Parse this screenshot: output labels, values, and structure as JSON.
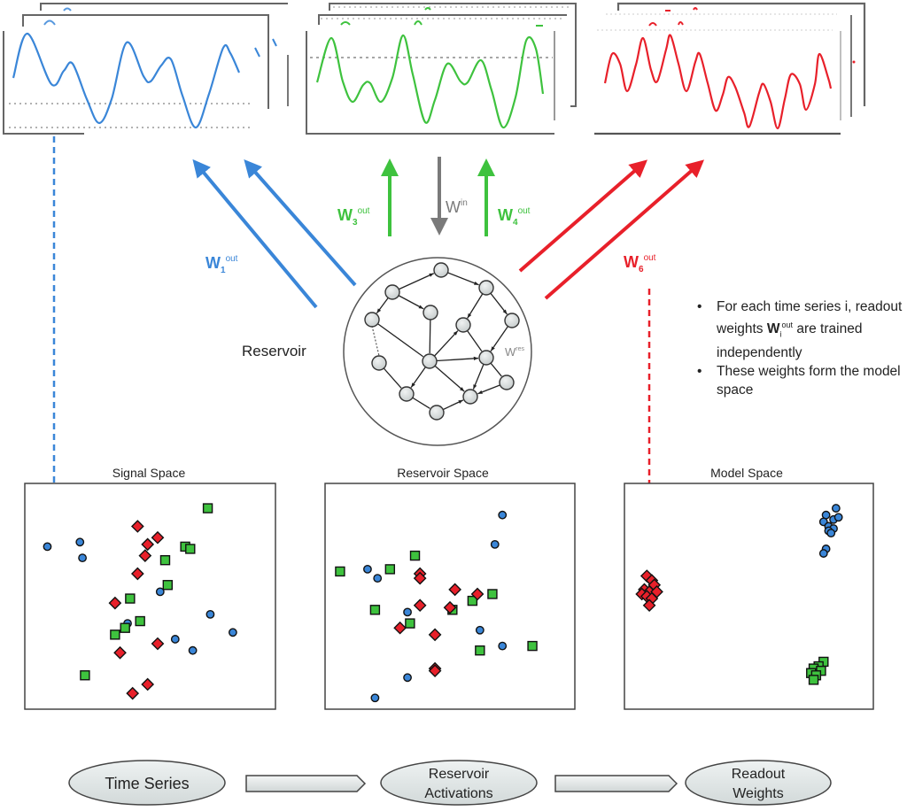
{
  "colors": {
    "blue": "#3a86d8",
    "green": "#3ec23e",
    "red": "#e8202a",
    "gray_arrow": "#7a7a7a",
    "frame": "#555555",
    "node_fill": "#d8dcdc",
    "ellipse_fill": "#dfe5e5"
  },
  "signals": [
    {
      "name": "time-series-blue",
      "color_key": "blue",
      "weight_label": {
        "base": "W",
        "sub": "1",
        "sup": "out"
      }
    },
    {
      "name": "time-series-green",
      "color_key": "green",
      "weight_labels": [
        {
          "base": "W",
          "sub": "3",
          "sup": "out"
        },
        {
          "base": "W",
          "sub": "4",
          "sup": "out"
        }
      ]
    },
    {
      "name": "time-series-red",
      "color_key": "red",
      "weight_label": {
        "base": "W",
        "sub": "6",
        "sup": "out"
      }
    }
  ],
  "input_weight_label": {
    "base": "W",
    "sup": "in"
  },
  "reservoir": {
    "label": "Reservoir",
    "weight_label": {
      "base": "W",
      "sup": "res"
    }
  },
  "notes": {
    "bullet1_pre": "For each time series i, readout weights ",
    "bullet1_base": "W",
    "bullet1_sub": "i",
    "bullet1_sup": "out",
    "bullet1_post": " are trained independently",
    "bullet2": "These weights form the model space"
  },
  "chart_data": [
    {
      "type": "scatter",
      "title": "Signal Space",
      "xlim": [
        0,
        100
      ],
      "ylim": [
        0,
        100
      ],
      "grid": false,
      "series": [
        {
          "name": "blue",
          "marker": "circle",
          "points": [
            [
              9,
              72
            ],
            [
              22,
              74
            ],
            [
              23,
              67
            ],
            [
              54,
              52
            ],
            [
              41,
              38
            ],
            [
              74,
              42
            ],
            [
              60,
              31
            ],
            [
              67,
              26
            ],
            [
              83,
              34
            ]
          ]
        },
        {
          "name": "red",
          "marker": "diamond",
          "points": [
            [
              45,
              81
            ],
            [
              53,
              76
            ],
            [
              49,
              73
            ],
            [
              48,
              68
            ],
            [
              45,
              60
            ],
            [
              36,
              47
            ],
            [
              53,
              29
            ],
            [
              38,
              25
            ],
            [
              49,
              11
            ],
            [
              43,
              7
            ]
          ]
        },
        {
          "name": "green",
          "marker": "square",
          "points": [
            [
              73,
              89
            ],
            [
              64,
              72
            ],
            [
              66,
              71
            ],
            [
              56,
              66
            ],
            [
              57,
              55
            ],
            [
              42,
              49
            ],
            [
              46,
              39
            ],
            [
              40,
              36
            ],
            [
              36,
              33
            ],
            [
              24,
              15
            ]
          ]
        }
      ]
    },
    {
      "type": "scatter",
      "title": "Reservoir Space",
      "xlim": [
        0,
        100
      ],
      "ylim": [
        0,
        100
      ],
      "grid": false,
      "series": [
        {
          "name": "blue",
          "marker": "circle",
          "points": [
            [
              71,
              86
            ],
            [
              68,
              73
            ],
            [
              17,
              62
            ],
            [
              21,
              58
            ],
            [
              33,
              43
            ],
            [
              62,
              35
            ],
            [
              71,
              28
            ],
            [
              33,
              14
            ],
            [
              20,
              5
            ]
          ]
        },
        {
          "name": "red",
          "marker": "diamond",
          "points": [
            [
              38,
              60
            ],
            [
              38,
              58
            ],
            [
              52,
              53
            ],
            [
              61,
              51
            ],
            [
              38,
              46
            ],
            [
              50,
              45
            ],
            [
              30,
              36
            ],
            [
              44,
              33
            ],
            [
              44,
              18
            ],
            [
              44,
              17
            ]
          ]
        },
        {
          "name": "green",
          "marker": "square",
          "points": [
            [
              36,
              68
            ],
            [
              6,
              61
            ],
            [
              26,
              62
            ],
            [
              67,
              51
            ],
            [
              59,
              48
            ],
            [
              20,
              44
            ],
            [
              51,
              44
            ],
            [
              34,
              38
            ],
            [
              62,
              26
            ],
            [
              83,
              28
            ]
          ]
        }
      ]
    },
    {
      "type": "scatter",
      "title": "Model Space",
      "xlim": [
        0,
        100
      ],
      "ylim": [
        0,
        100
      ],
      "grid": false,
      "series": [
        {
          "name": "blue",
          "marker": "circle",
          "points": [
            [
              85,
              89
            ],
            [
              81,
              86
            ],
            [
              84,
              84
            ],
            [
              86,
              85
            ],
            [
              80,
              83
            ],
            [
              82,
              81
            ],
            [
              84,
              80
            ],
            [
              82,
              79
            ],
            [
              83,
              78
            ],
            [
              81,
              71
            ],
            [
              80,
              69
            ]
          ]
        },
        {
          "name": "red",
          "marker": "diamond",
          "points": [
            [
              9,
              59
            ],
            [
              11,
              57
            ],
            [
              12,
              55
            ],
            [
              8,
              53
            ],
            [
              10,
              52
            ],
            [
              13,
              52
            ],
            [
              7,
              51
            ],
            [
              9,
              50
            ],
            [
              11,
              49
            ],
            [
              10,
              46
            ]
          ]
        },
        {
          "name": "green",
          "marker": "square",
          "points": [
            [
              80,
              21
            ],
            [
              78,
              19
            ],
            [
              76,
              18
            ],
            [
              79,
              17
            ],
            [
              75,
              16
            ],
            [
              77,
              15
            ],
            [
              76,
              13
            ]
          ]
        }
      ]
    }
  ],
  "pipeline": {
    "steps": [
      "Time Series",
      "Reservoir Activations",
      "Readout Weights"
    ],
    "step_lines": [
      [
        "Time Series"
      ],
      [
        "Reservoir",
        "Activations"
      ],
      [
        "Readout",
        "Weights"
      ]
    ]
  }
}
